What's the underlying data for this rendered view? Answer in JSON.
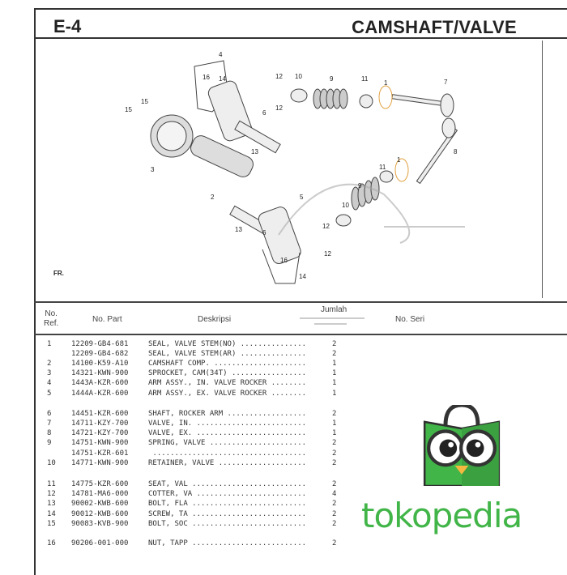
{
  "header": {
    "code": "E-4",
    "title": "CAMSHAFT/VALVE"
  },
  "diagram": {
    "callouts": [
      "4",
      "16",
      "14",
      "12",
      "12",
      "10",
      "9",
      "11",
      "1",
      "7",
      "15",
      "15",
      "6",
      "13",
      "3",
      "2",
      "8",
      "1",
      "11",
      "9",
      "10",
      "5",
      "12",
      "12",
      "13",
      "6",
      "16",
      "14",
      "FR."
    ]
  },
  "table": {
    "headers": {
      "ref": "No.\nRef.",
      "part": "No. Part",
      "desc": "Deskripsi",
      "qty": "Jumlah",
      "serial": "No. Seri"
    },
    "rows": [
      {
        "ref": "1",
        "part": "12209-GB4-681",
        "desc": "SEAL, VALVE STEM(NO) ...............",
        "qty": "2"
      },
      {
        "ref": "",
        "part": "12209-GB4-682",
        "desc": "SEAL, VALVE STEM(AR) ...............",
        "qty": "2"
      },
      {
        "ref": "2",
        "part": "14100-K59-A10",
        "desc": "CAMSHAFT COMP. .....................",
        "qty": "1"
      },
      {
        "ref": "3",
        "part": "14321-KWN-900",
        "desc": "SPROCKET, CAM(34T) .................",
        "qty": "1"
      },
      {
        "ref": "4",
        "part": "1443A-KZR-600",
        "desc": "ARM ASSY., IN. VALVE ROCKER ........",
        "qty": "1"
      },
      {
        "ref": "5",
        "part": "1444A-KZR-600",
        "desc": "ARM ASSY., EX. VALVE ROCKER ........",
        "qty": "1"
      },
      {
        "ref": "6",
        "part": "14451-KZR-600",
        "desc": "SHAFT, ROCKER ARM ..................",
        "qty": "2"
      },
      {
        "ref": "7",
        "part": "14711-KZY-700",
        "desc": "VALVE, IN. .........................",
        "qty": "1"
      },
      {
        "ref": "8",
        "part": "14721-KZY-700",
        "desc": "VALVE, EX. .........................",
        "qty": "1"
      },
      {
        "ref": "9",
        "part": "14751-KWN-900",
        "desc": "SPRING, VALVE ......................",
        "qty": "2"
      },
      {
        "ref": "",
        "part": "14751-KZR-601",
        "desc": " ...................................",
        "qty": "2"
      },
      {
        "ref": "10",
        "part": "14771-KWN-900",
        "desc": "RETAINER, VALVE ....................",
        "qty": "2"
      },
      {
        "ref": "11",
        "part": "14775-KZR-600",
        "desc": "SEAT, VAL ..........................",
        "qty": "2"
      },
      {
        "ref": "12",
        "part": "14781-MA6-000",
        "desc": "COTTER, VA .........................",
        "qty": "4"
      },
      {
        "ref": "13",
        "part": "90002-KWB-600",
        "desc": "BOLT, FLA ..........................",
        "qty": "2"
      },
      {
        "ref": "14",
        "part": "90012-KWB-600",
        "desc": "SCREW, TA ..........................",
        "qty": "2"
      },
      {
        "ref": "15",
        "part": "90083-KVB-900",
        "desc": "BOLT, SOC ..........................",
        "qty": "2"
      },
      {
        "ref": "16",
        "part": "90206-001-000",
        "desc": "NUT, TAPP ..........................",
        "qty": "2"
      }
    ]
  },
  "watermark": {
    "brand": "tokopedia",
    "color": "#42b549"
  }
}
